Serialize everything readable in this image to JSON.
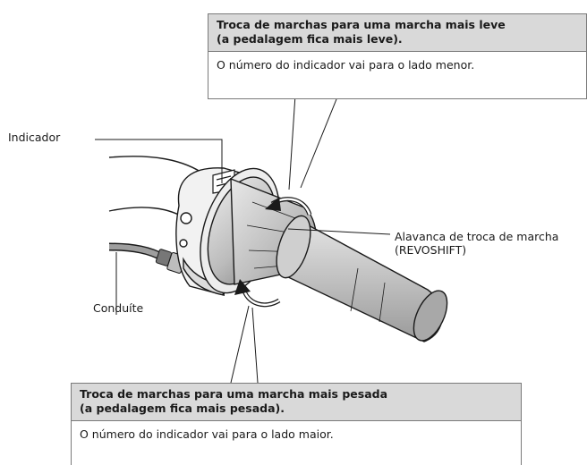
{
  "callouts": {
    "lighter": {
      "title_line1": "Troca de marchas para uma marcha mais leve",
      "title_line2": "(a pedalagem fica mais leve).",
      "body": "O número do indicador vai para o lado menor."
    },
    "heavier": {
      "title_line1": "Troca de marchas para uma marcha mais pesada",
      "title_line2": "(a pedalagem fica mais pesada).",
      "body": "O número do indicador vai para o lado maior."
    }
  },
  "labels": {
    "indicador": "Indicador",
    "conduite": "Conduíte",
    "alavanca_line1": "Alavanca de troca de marcha",
    "alavanca_line2": "(REVOSHIFT)"
  },
  "colors": {
    "callout_header": "#d9d9d9",
    "grip": "#bdbdbd",
    "line": "#1a1a1a"
  }
}
